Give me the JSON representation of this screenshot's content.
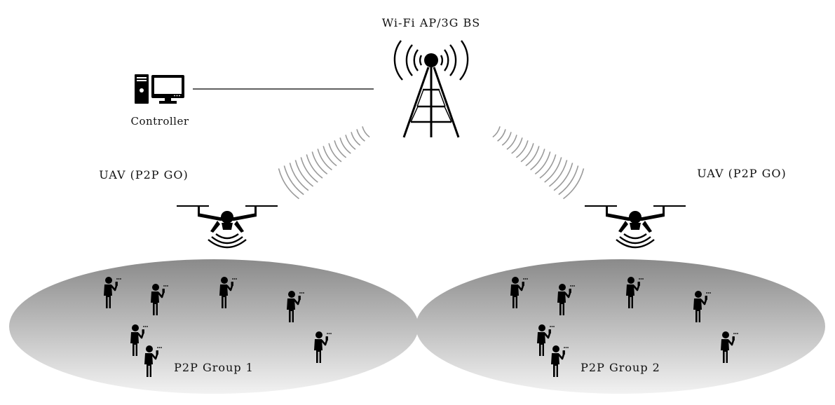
{
  "labels": {
    "base_station": "Wi-Fi AP/3G BS",
    "controller": "Controller",
    "uav_left": "UAV (P2P GO)",
    "uav_right": "UAV (P2P GO)",
    "group_left": "P2P Group 1",
    "group_right": "P2P Group 2"
  },
  "icons": {
    "tower": "cell-tower-icon",
    "computer": "desktop-computer-icon",
    "drone": "drone-icon",
    "person": "person-with-phone-icon"
  },
  "colors": {
    "ink": "#000000",
    "signal_arc": "#9a9a9a",
    "group_fill_top": "#8c8c8c",
    "group_fill_bottom": "#efefef"
  }
}
